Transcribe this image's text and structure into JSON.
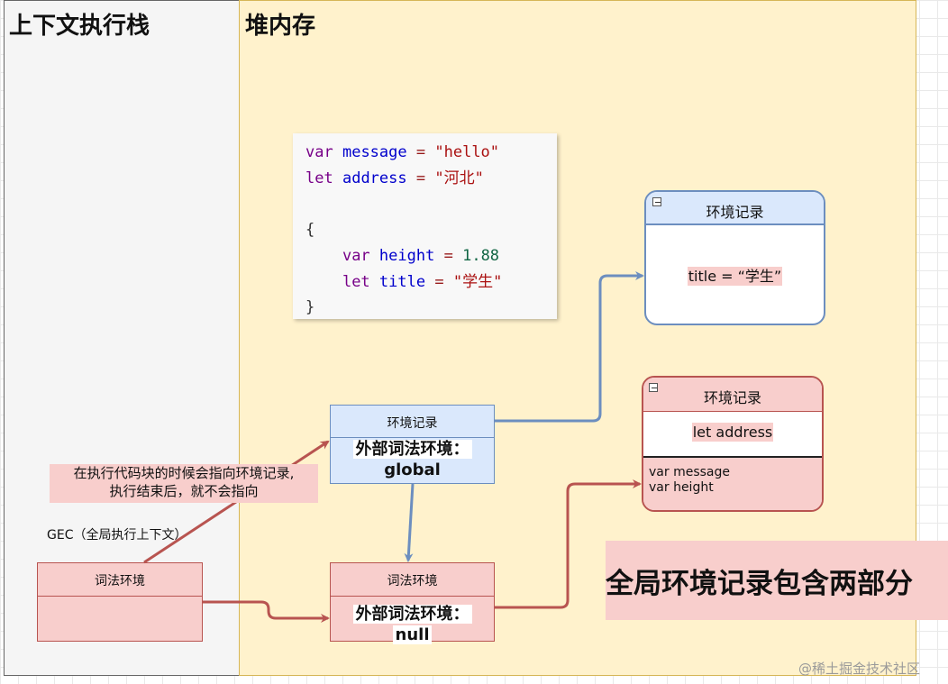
{
  "lanes": {
    "stack_title": "上下文执行栈",
    "heap_title": "堆内存"
  },
  "code": {
    "line1": {
      "kw": "var",
      "name": "message",
      "eq": "=",
      "value": "\"hello\""
    },
    "line2": {
      "kw": "let",
      "name": "address",
      "eq": "=",
      "value": "\"河北\""
    },
    "line4": "{",
    "line5": {
      "kw": "var",
      "name": "height",
      "eq": "=",
      "value": "1.88"
    },
    "line6": {
      "kw": "let",
      "name": "title",
      "eq": "=",
      "value": "\"学生\""
    },
    "line7": "}"
  },
  "block_env_record": {
    "header": "环境记录",
    "content": "title = “学生”"
  },
  "global_env_record": {
    "header": "环境记录",
    "declarative": "let address",
    "object_items": [
      "var message",
      "var height"
    ]
  },
  "block_lexical_env": {
    "header": "环境记录",
    "outer_label": "外部词法环境：",
    "outer_value": "global"
  },
  "global_lexical_env": {
    "header": "词法环境",
    "outer_label": "外部词法环境：",
    "outer_value": "null"
  },
  "gec": {
    "label": "GEC（全局执行上下文）",
    "header": "词法环境"
  },
  "note": {
    "line1": "在执行代码块的时候会指向环境记录,",
    "line2": "执行结束后，就不会指向"
  },
  "summary": "全局环境记录包含两部分",
  "watermark": "@稀土掘金技术社区",
  "colors": {
    "blue_stroke": "#6c8ebf",
    "blue_fill": "#dae8fc",
    "red_stroke": "#b85450",
    "red_fill": "#f8cecc",
    "heap_fill": "#fff2cc"
  }
}
